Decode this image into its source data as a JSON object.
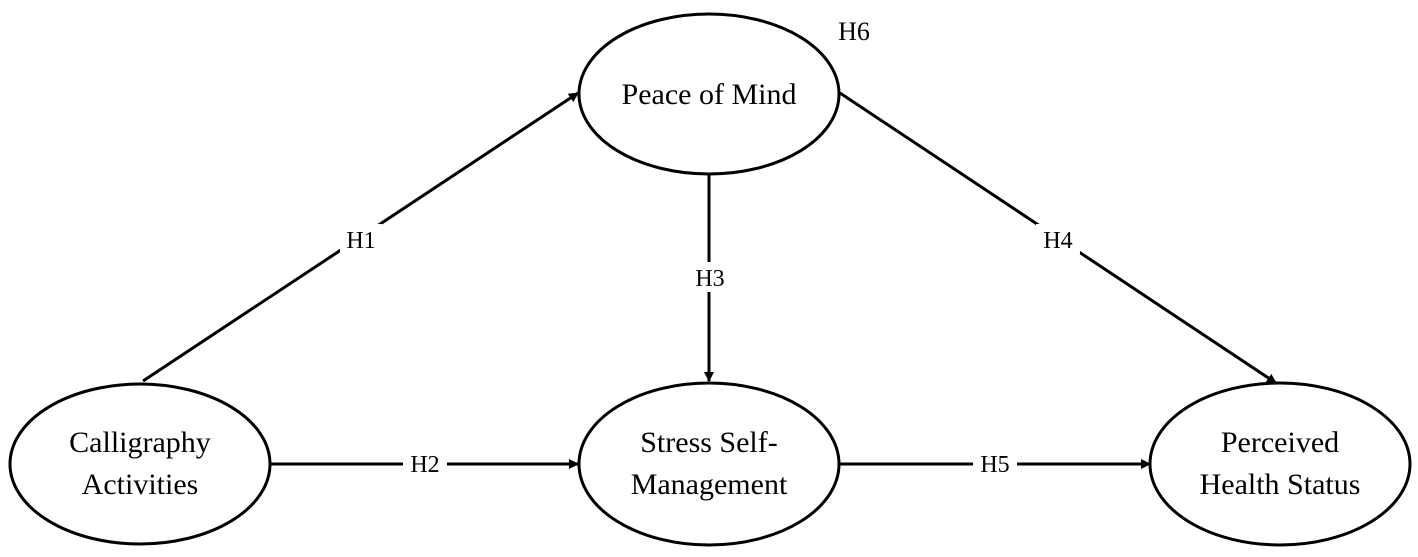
{
  "nodes": {
    "peace": {
      "lines": [
        "Peace of Mind"
      ]
    },
    "calligraphy": {
      "lines": [
        "Calligraphy",
        "Activities"
      ]
    },
    "stress": {
      "lines": [
        "Stress Self-",
        "Management"
      ]
    },
    "health": {
      "lines": [
        "Perceived",
        "Health Status"
      ]
    }
  },
  "edges": {
    "h1": {
      "label": "H1",
      "from": "calligraphy",
      "to": "peace"
    },
    "h2": {
      "label": "H2",
      "from": "calligraphy",
      "to": "stress"
    },
    "h3": {
      "label": "H3",
      "from": "peace",
      "to": "stress"
    },
    "h4": {
      "label": "H4",
      "from": "peace",
      "to": "health"
    },
    "h5": {
      "label": "H5",
      "from": "stress",
      "to": "health"
    }
  },
  "annotations": {
    "h6": "H6"
  },
  "colors": {
    "stroke": "#000000",
    "background": "#ffffff"
  }
}
